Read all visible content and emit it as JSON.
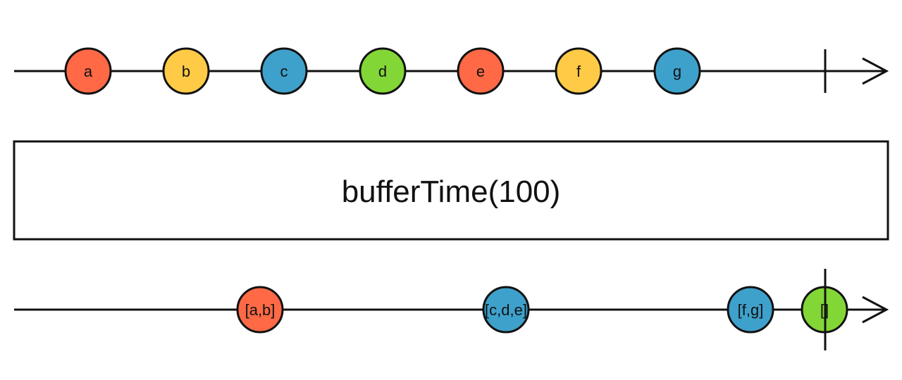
{
  "colors": {
    "red": "#FF6946",
    "yellow": "#FFCB46",
    "blue": "#3EA1CB",
    "green": "#82D736",
    "line": "#111111"
  },
  "input": {
    "marbles": [
      {
        "label": "a",
        "color": "#FF6946"
      },
      {
        "label": "b",
        "color": "#FFCB46"
      },
      {
        "label": "c",
        "color": "#3EA1CB"
      },
      {
        "label": "d",
        "color": "#82D736"
      },
      {
        "label": "e",
        "color": "#FF6946"
      },
      {
        "label": "f",
        "color": "#FFCB46"
      },
      {
        "label": "g",
        "color": "#3EA1CB"
      }
    ],
    "completed": true
  },
  "operator": {
    "label": "bufferTime(100)"
  },
  "output": {
    "marbles": [
      {
        "label": "[a,b]",
        "color": "#FF6946"
      },
      {
        "label": "[c,d,e]",
        "color": "#3EA1CB"
      },
      {
        "label": "[f,g]",
        "color": "#3EA1CB"
      },
      {
        "label": "[]",
        "color": "#82D736"
      }
    ],
    "completed": true
  }
}
